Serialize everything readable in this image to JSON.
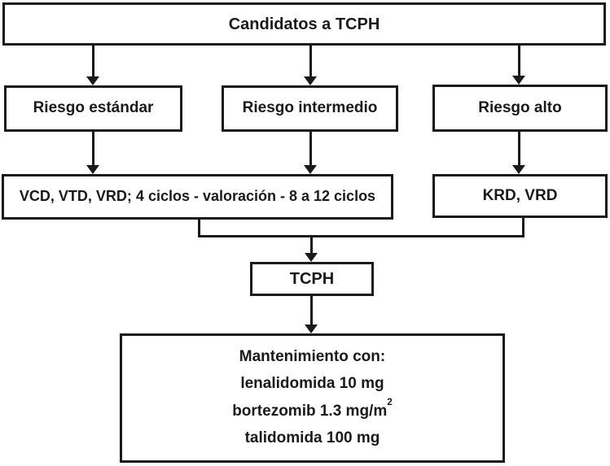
{
  "flowchart": {
    "root": {
      "label": "Candidatos a TCPH"
    },
    "risk": [
      {
        "label": "Riesgo estándar"
      },
      {
        "label": "Riesgo intermedio"
      },
      {
        "label": "Riesgo alto"
      }
    ],
    "treatment": [
      {
        "label": "VCD, VTD, VRD; 4 ciclos - valoración - 8 a 12 ciclos"
      },
      {
        "label": "KRD, VRD"
      }
    ],
    "transplant": {
      "label": "TCPH"
    },
    "maintenance": {
      "lines": [
        {
          "text": "Mantenimiento con:"
        },
        {
          "text": "lenalidomida 10 mg"
        },
        {
          "text": "bortezomib 1.3 mg/m",
          "sup": "2"
        },
        {
          "text": "talidomida 100 mg"
        }
      ]
    },
    "colors": {
      "ink": "#1a1a1a",
      "background": "#ffffff"
    }
  }
}
